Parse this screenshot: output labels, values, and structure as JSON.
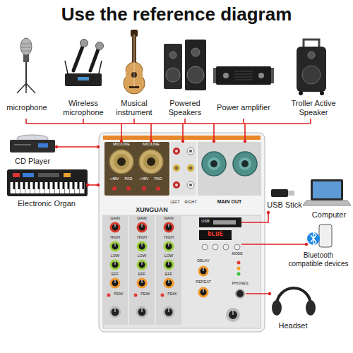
{
  "diagram": {
    "title": "Use the reference diagram",
    "labels": [
      "microphone",
      "Wireless microphone",
      "Musical instrument",
      "Powered Speakers",
      "Power amplifier",
      "Troller Active Speaker",
      "CD Player",
      "MIC/LINE",
      "MIC/LINE",
      "Electronic Organ",
      "+48V",
      "PAD",
      "+48V",
      "PAD",
      "LEFT",
      "RIGHT",
      "MAIN OUT",
      "USB Stick",
      "Computer",
      "XUNGUAN",
      "USB",
      "GAIN",
      "GAIN",
      "GAIN",
      "bLUE",
      "HIGH",
      "HIGH",
      "HIGH",
      "MODE",
      "Bluetooth compatible devices",
      "LOW",
      "LOW",
      "LOW",
      "DELAY",
      "EFF",
      "EFF",
      "EFF",
      "PHONES",
      "REPEAT",
      "PEAK",
      "PEAK",
      "PEAK",
      "Headset"
    ]
  }
}
